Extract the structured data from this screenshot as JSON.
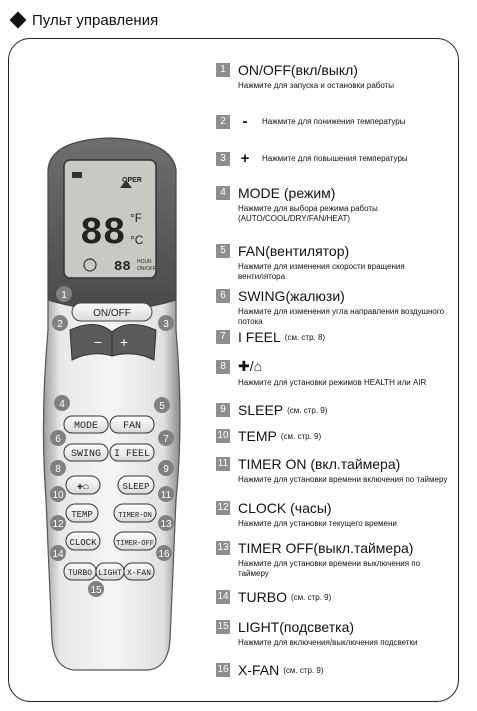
{
  "title": "Пульт управления",
  "remote": {
    "display": {
      "big_digits": "88",
      "unit_f": "°F",
      "unit_c": "°C",
      "small_digits": "88",
      "hour": "HOUR",
      "onoff": "ON/OFF",
      "oper": "OPER"
    },
    "buttons": {
      "onoff": "ON/OFF",
      "minus": "−",
      "plus": "+",
      "mode": "MODE",
      "fan": "FAN",
      "swing": "SWING",
      "ifeel": "I FEEL",
      "sleep": "SLEEP",
      "temp": "TEMP",
      "timer_on": "TIMER-ON",
      "clock": "CLOCK",
      "timer_off": "TIMER-OFF",
      "turbo": "TURBO",
      "light": "LIGHT",
      "xfan": "X-FAN"
    },
    "callouts": [
      "1",
      "2",
      "3",
      "4",
      "5",
      "6",
      "7",
      "8",
      "9",
      "10",
      "11",
      "12",
      "13",
      "14",
      "15",
      "16"
    ]
  },
  "items": [
    {
      "n": "1",
      "label": "ON/OFF(вкл/выкл)",
      "note": "",
      "desc": "Нажмите для запуска и остановки работы"
    },
    {
      "n": "2",
      "label": "-",
      "note": "",
      "desc": "Нажмите для понижения температуры"
    },
    {
      "n": "3",
      "label": "+",
      "note": "",
      "desc": "Нажмите для повышения температуры"
    },
    {
      "n": "4",
      "label": "MODE (режим)",
      "note": "",
      "desc": "Нажмите для выбора режима работы (AUTO/COOL/DRY/FAN/HEAT)"
    },
    {
      "n": "5",
      "label": "FAN(вентилятор)",
      "note": "",
      "desc": "Нажмите для изменения скорости вращения вентилятора"
    },
    {
      "n": "6",
      "label": "SWING(жалюзи)",
      "note": "",
      "desc": "Нажмите для изменения угла направления воздушного потока"
    },
    {
      "n": "7",
      "label": "I FEEL",
      "note": "(см. стр. 8)",
      "desc": ""
    },
    {
      "n": "8",
      "label": "✚/⌂",
      "note": "",
      "desc": "Нажмите для установки режимов HEALTH или AIR"
    },
    {
      "n": "9",
      "label": "SLEEP",
      "note": "(см. стр. 9)",
      "desc": ""
    },
    {
      "n": "10",
      "label": "TEMP",
      "note": "(см. стр. 9)",
      "desc": ""
    },
    {
      "n": "11",
      "label": "TIMER ON (вкл.таймера)",
      "note": "",
      "desc": "Нажмите для установки времени включения по таймеру"
    },
    {
      "n": "12",
      "label": "CLOCK (часы)",
      "note": "",
      "desc": "Нажмите для установки текущего времени"
    },
    {
      "n": "13",
      "label": "TIMER OFF(выкл.таймера)",
      "note": "",
      "desc": "Нажмите для установки времени выключения по таймеру"
    },
    {
      "n": "14",
      "label": "TURBO",
      "note": "(см. стр. 9)",
      "desc": ""
    },
    {
      "n": "15",
      "label": "LIGHT(подсветка)",
      "note": "",
      "desc": "Нажмите для включения/выключения подсветки"
    },
    {
      "n": "16",
      "label": "X-FAN",
      "note": "(см. стр. 9)",
      "desc": ""
    }
  ]
}
